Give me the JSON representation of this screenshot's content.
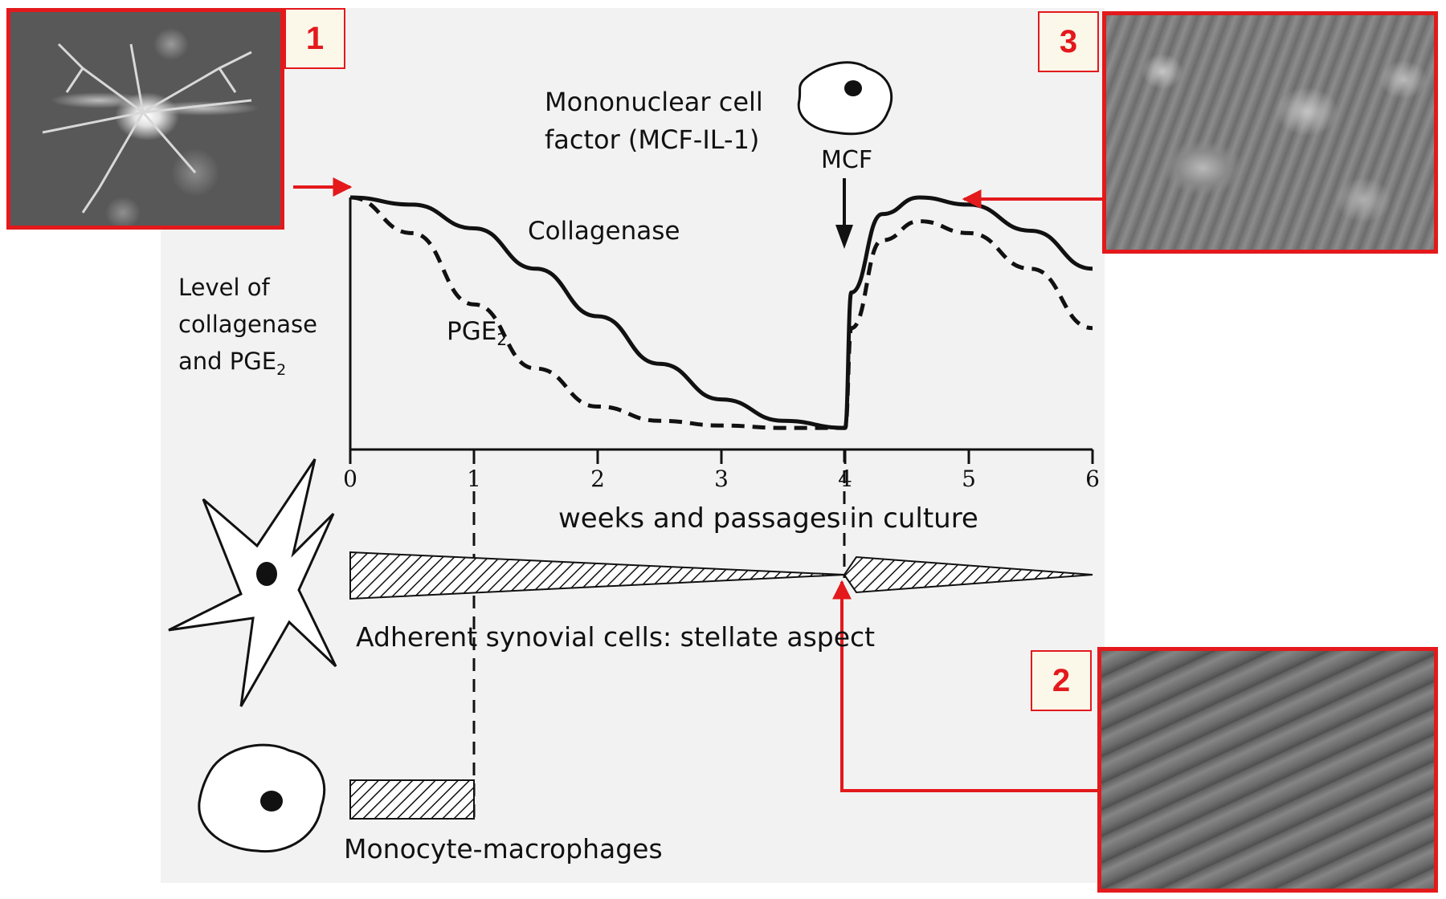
{
  "labels": {
    "mcf_title_line1": "Mononuclear cell",
    "mcf_title_line2": "factor (MCF-IL-1)",
    "mcf": "MCF",
    "collagenase": "Collagenase",
    "pge2_main": "PGE",
    "pge2_sub": "2",
    "ylabel_line1": "Level of",
    "ylabel_line2": "collagenase",
    "ylabel_line3_main": "and PGE",
    "ylabel_line3_sub": "2",
    "xlabel": "weeks and passages in culture",
    "adherent": "Adherent synovial cells: stellate aspect",
    "monocyte": "Monocyte-macrophages"
  },
  "badges": [
    "1",
    "2",
    "3"
  ],
  "colors": {
    "accent": "#e3191c",
    "ink": "#111111",
    "page": "#f4f4f4",
    "badge_bg": "#fbf7e9"
  },
  "chart_data": {
    "type": "line",
    "x_ticks": [
      "0",
      "1",
      "2",
      "3",
      "4",
      "5",
      "6"
    ],
    "xlim": [
      0,
      6
    ],
    "series": [
      {
        "name": "Collagenase",
        "style": "solid",
        "x": [
          0,
          0.5,
          1,
          1.5,
          2,
          2.5,
          3,
          3.5,
          4,
          4.05,
          4.3,
          4.6,
          5,
          5.5,
          6
        ],
        "y": [
          1.0,
          0.97,
          0.87,
          0.7,
          0.5,
          0.3,
          0.15,
          0.06,
          0.03,
          0.6,
          0.93,
          1.0,
          0.97,
          0.86,
          0.7
        ]
      },
      {
        "name": "PGE2",
        "style": "dashed",
        "x": [
          0,
          0.5,
          1,
          1.5,
          2,
          2.5,
          3,
          3.5,
          4,
          4.05,
          4.3,
          4.6,
          5,
          5.5,
          6
        ],
        "y": [
          1.0,
          0.85,
          0.55,
          0.28,
          0.12,
          0.06,
          0.04,
          0.03,
          0.03,
          0.45,
          0.82,
          0.9,
          0.85,
          0.7,
          0.45
        ]
      }
    ]
  }
}
